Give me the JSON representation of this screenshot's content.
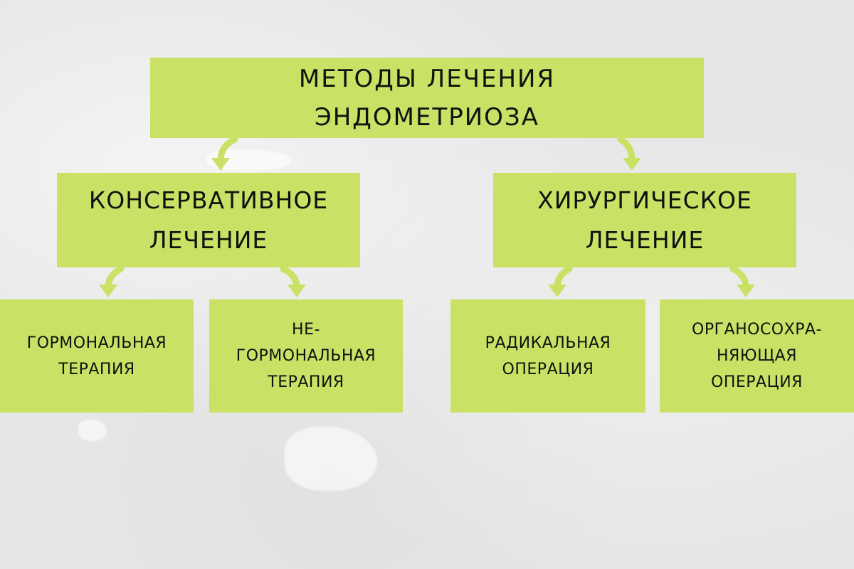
{
  "diagram": {
    "root": "МЕТОДЫ ЛЕЧЕНИЯ\nЭНДОМЕТРИОЗА",
    "branches": [
      {
        "label": "КОНСЕРВАТИВНОЕ\nЛЕЧЕНИЕ",
        "children": [
          "ГОРМОНАЛЬНАЯ\nТЕРАПИЯ",
          "НЕ-\nГОРМОНАЛЬНАЯ\nТЕРАПИЯ"
        ]
      },
      {
        "label": "ХИРУРГИЧЕСКОЕ\nЛЕЧЕНИЕ",
        "children": [
          "РАДИКАЛЬНАЯ\nОПЕРАЦИЯ",
          "ОРГАНОСОХРА-\nНЯЮЩАЯ\nОПЕРАЦИЯ"
        ]
      }
    ]
  },
  "colors": {
    "box": "#c9e265",
    "arrow": "#c9e265",
    "text": "#111111",
    "background": "#e6e6e6"
  }
}
